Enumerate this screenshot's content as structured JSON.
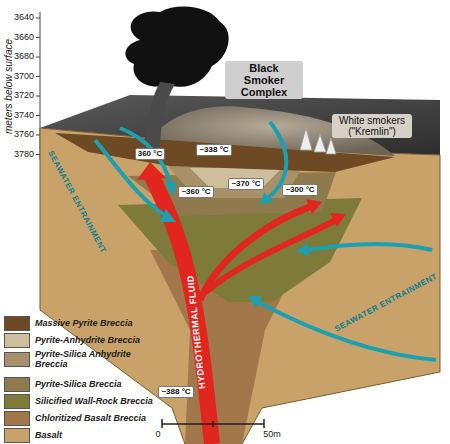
{
  "diagram": {
    "labels": [
      "meters below surface",
      "3640",
      "3660",
      "3680",
      "3700",
      "3720",
      "3740",
      "3760",
      "3780",
      "Black Smoker Complex",
      "White smokers (\"Kremlin\")",
      "360 °C",
      "~338 °C",
      "~360 °C",
      "~370 °C",
      "~300 °C",
      "~388 °C",
      "SEAWATER ENTRAINMENT",
      "SEAWATER ENTRAINMENT",
      "HYDROTHERMAL FLUID",
      "0",
      "50m"
    ],
    "legend": [
      {
        "text": "Massive Pyrite Breccia",
        "color": "#6e4a24"
      },
      {
        "text": "Pyrite-Anhydrite Breccia",
        "color": "#cdbf9c"
      },
      {
        "text": "Pyrite-Silica Anhydrite Breccia",
        "color": "#a8916a"
      },
      {
        "text": "Pyrite-Silica Breccia",
        "color": "#8f7a4e"
      },
      {
        "text": "Silicified Wall-Rock Breccia",
        "color": "#7d7a3a"
      },
      {
        "text": "Chloritized Basalt Breccia",
        "color": "#a2784a"
      },
      {
        "text": "Basalt",
        "color": "#c9a26a"
      }
    ]
  }
}
